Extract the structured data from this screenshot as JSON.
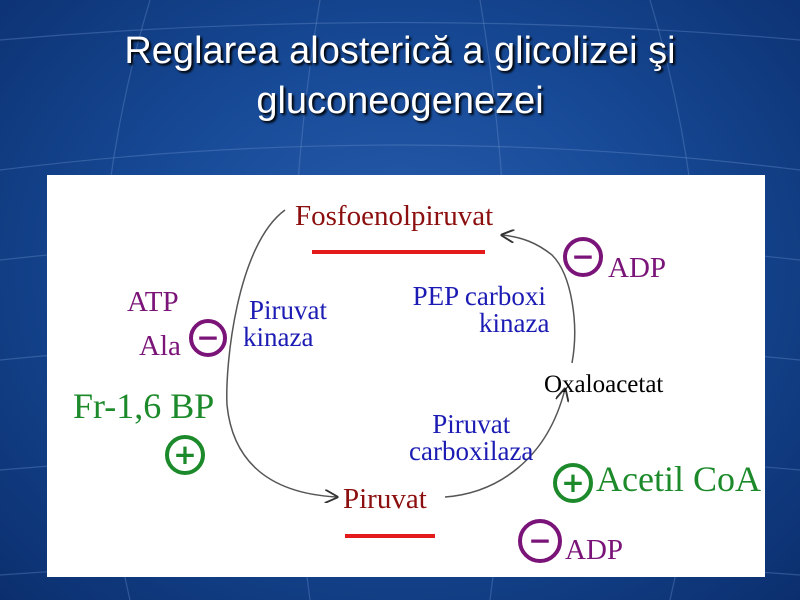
{
  "slide": {
    "title_line1": "Reglarea alosterică a glicolizei şi",
    "title_line2": "gluconeogenezei"
  },
  "diagram": {
    "nodes": {
      "fosfoenolpiruvat": "Fosfoenolpiruvat",
      "piruvat": "Piruvat",
      "oxaloacetat": "Oxaloacetat"
    },
    "enzymes": {
      "piruvat_kinaza_line1": "Piruvat",
      "piruvat_kinaza_line2": "kinaza",
      "pep_carboxikinaza_line1": "PEP carboxi",
      "pep_carboxikinaza_line2": "kinaza",
      "piruvat_carboxilaza_line1": "Piruvat",
      "piruvat_carboxilaza_line2": "carboxilaza"
    },
    "regulators": {
      "atp": "ATP",
      "ala": "Ala",
      "fr16bp": "Fr-1,6 BP",
      "adp_top": "ADP",
      "acetil_coa": "Acetil CoA",
      "adp_bottom": "ADP"
    },
    "signs": {
      "minus": "−",
      "plus": "+"
    },
    "colors": {
      "metabolite": "#8c0f0f",
      "enzyme": "#1c1cb4",
      "inhibitor": "#7a1478",
      "activator": "#1c8a2a",
      "underline": "#e31b1b"
    }
  }
}
